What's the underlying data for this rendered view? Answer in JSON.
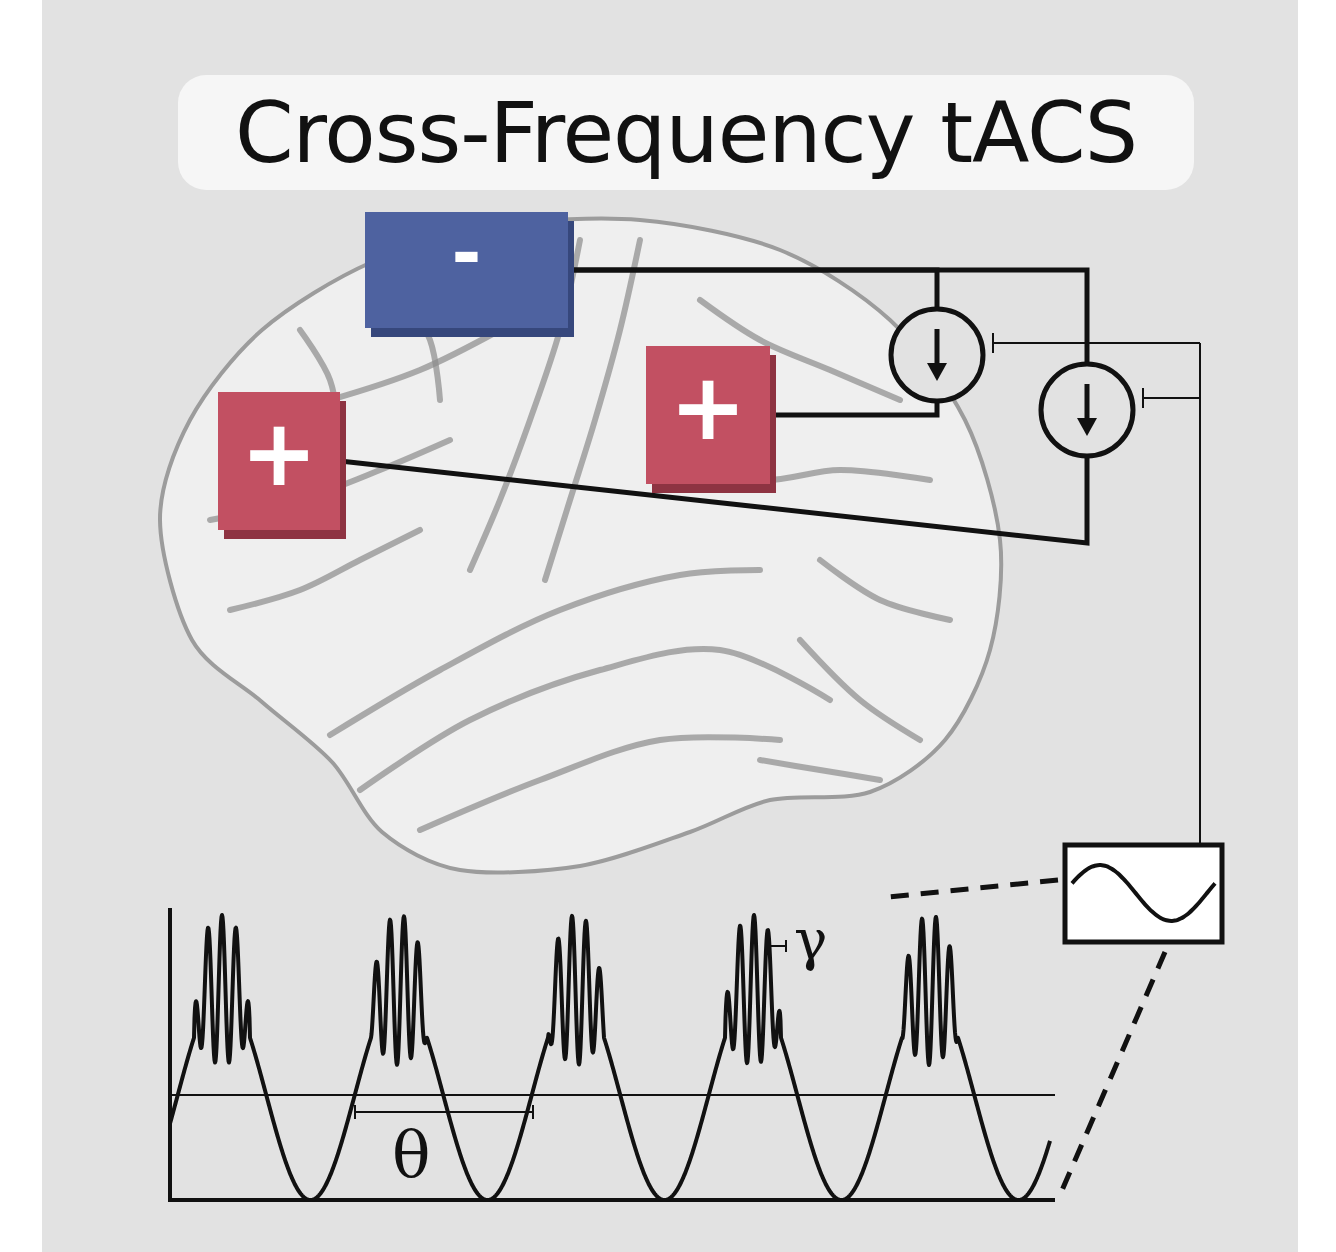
{
  "diagram": {
    "title": "Cross-Frequency tACS",
    "nodes": [
      {
        "text": [
          "-"
        ]
      },
      {
        "text": [
          "+"
        ]
      },
      {
        "text": [
          "+"
        ]
      }
    ],
    "edges": [
      {
        "from": 0,
        "to": 2,
        "arrow": "none"
      },
      {
        "from": 0,
        "to": 1,
        "arrow": "none"
      }
    ],
    "labels": [
      "θ",
      "γ"
    ]
  }
}
